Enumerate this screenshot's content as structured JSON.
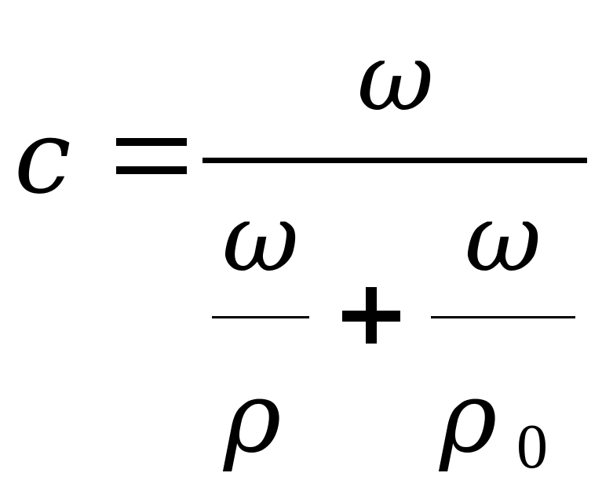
{
  "formula": {
    "lhs": "c",
    "equals": "=",
    "numerator": "ω",
    "denominator": {
      "left_fraction": {
        "numerator": "ω",
        "denominator": "ρ"
      },
      "operator": "+",
      "right_fraction": {
        "numerator": "ω",
        "denominator": "ρ",
        "denominator_subscript": "0"
      }
    }
  }
}
